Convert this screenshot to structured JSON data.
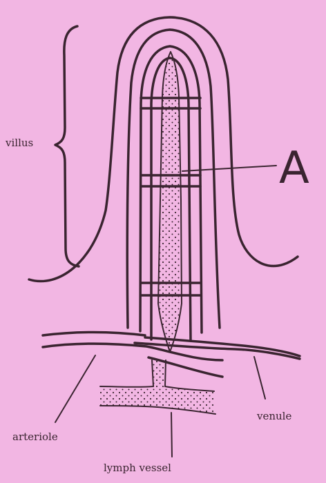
{
  "labels": {
    "villus": "villus",
    "A": "A",
    "venule": "venule",
    "arteriole": "arteriole",
    "lymph_vessel": "lymph vessel"
  },
  "colors": {
    "background": "#f2b6e3",
    "ink": "#3a2430"
  }
}
